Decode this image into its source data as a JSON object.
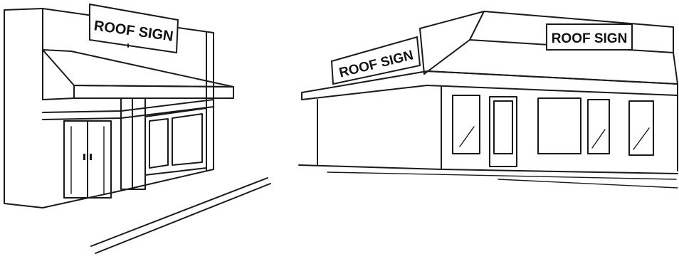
{
  "left_building": {
    "sign_text": "ROOF SIGN"
  },
  "right_building": {
    "sign_left_text": "ROOF SIGN",
    "sign_right_text": "ROOF SIGN"
  }
}
